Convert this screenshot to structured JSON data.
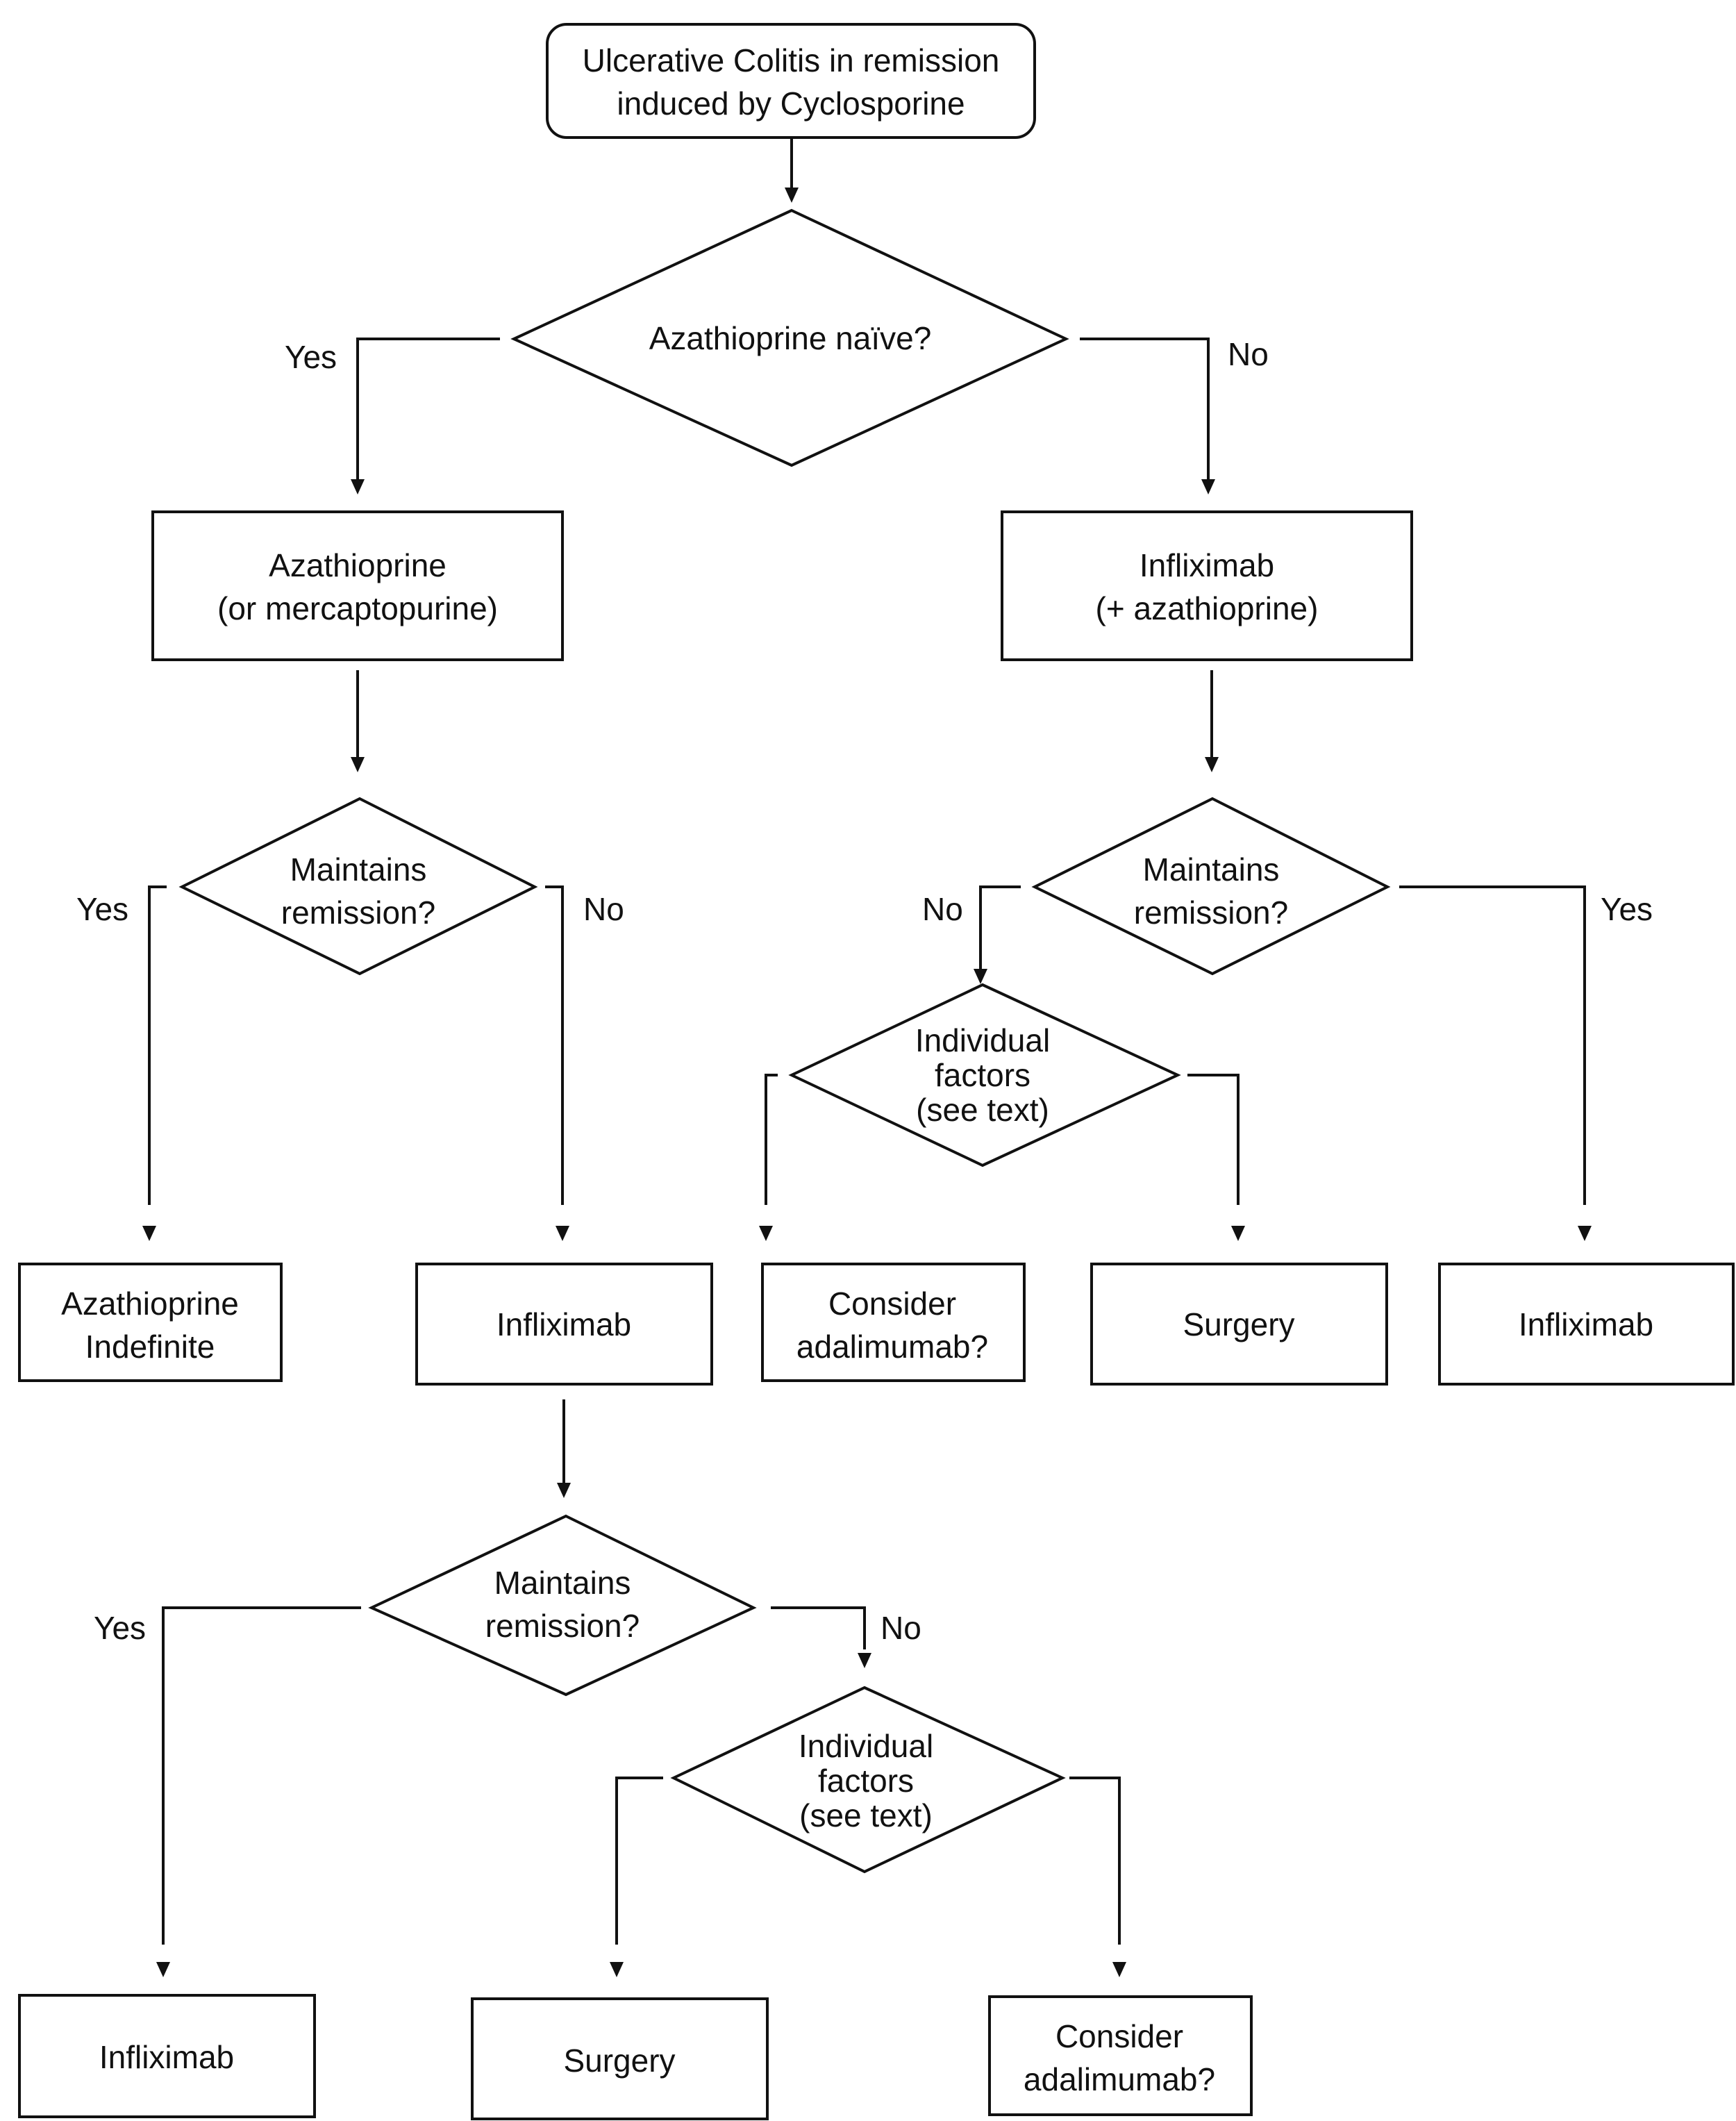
{
  "nodes": {
    "start": [
      "Ulcerative Colitis in remission",
      "induced by Cyclosporine"
    ],
    "azathioprine_naive": [
      "Azathioprine naïve?"
    ],
    "azathioprine": [
      "Azathioprine",
      "(or mercaptopurine)"
    ],
    "infliximab_aza": [
      "Infliximab",
      "(+ azathioprine)"
    ],
    "maintains_left": [
      "Maintains",
      "remission?"
    ],
    "maintains_right": [
      "Maintains",
      "remission?"
    ],
    "individual_right": [
      "Individual",
      "factors",
      "(see text)"
    ],
    "aza_indefinite": [
      "Azathioprine",
      "Indefinite"
    ],
    "infliximab_mid": [
      "Infliximab"
    ],
    "consider_ada_right": [
      "Consider",
      "adalimumab?"
    ],
    "surgery_right": [
      "Surgery"
    ],
    "infliximab_right": [
      "Infliximab"
    ],
    "maintains_bottom": [
      "Maintains",
      "remission?"
    ],
    "individual_bottom": [
      "Individual",
      "factors",
      "(see text)"
    ],
    "infliximab_bottom": [
      "Infliximab"
    ],
    "surgery_bottom": [
      "Surgery"
    ],
    "consider_ada_bottom": [
      "Consider",
      "adalimumab?"
    ]
  },
  "edge_labels": {
    "yes": "Yes",
    "no": "No"
  }
}
